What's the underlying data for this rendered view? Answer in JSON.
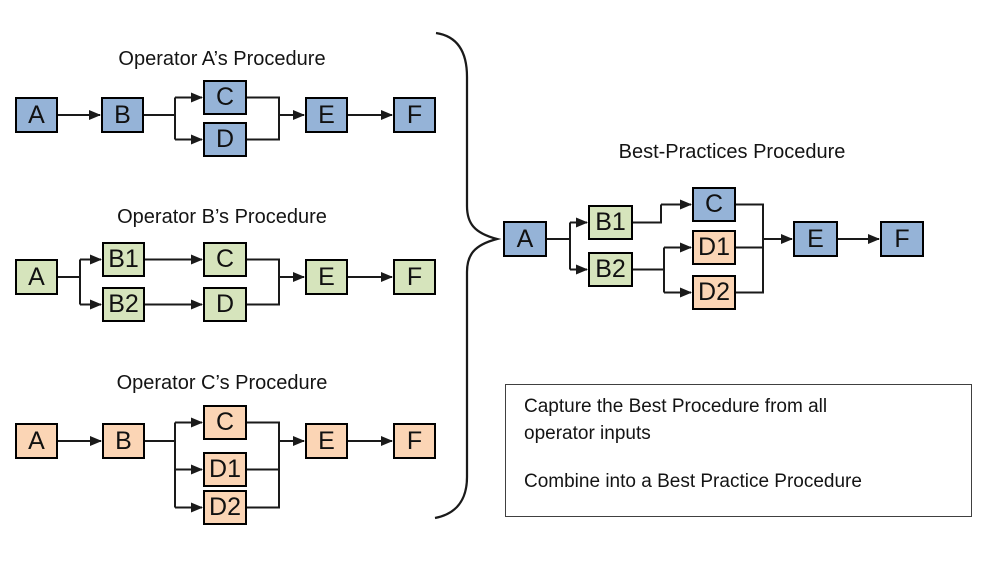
{
  "palette": {
    "operator_a_fill": "#95B3D7",
    "operator_b_fill": "#D6E4BC",
    "operator_c_fill": "#FBD5B5",
    "line_color": "#1a1a1a",
    "box_border": "#000000"
  },
  "diagrams": {
    "operator_a": {
      "title": "Operator A’s Procedure",
      "color": "#95B3D7",
      "nodes": {
        "a": "A",
        "b": "B",
        "c": "C",
        "d": "D",
        "e": "E",
        "f": "F"
      }
    },
    "operator_b": {
      "title": "Operator B’s Procedure",
      "color": "#D6E4BC",
      "nodes": {
        "a": "A",
        "b1": "B1",
        "b2": "B2",
        "c": "C",
        "d": "D",
        "e": "E",
        "f": "F"
      }
    },
    "operator_c": {
      "title": "Operator C’s Procedure",
      "color": "#FBD5B5",
      "nodes": {
        "a": "A",
        "b": "B",
        "c": "C",
        "d1": "D1",
        "d2": "D2",
        "e": "E",
        "f": "F"
      }
    },
    "best_practices": {
      "title": "Best-Practices Procedure",
      "nodes": {
        "a": "A",
        "b1": "B1",
        "b2": "B2",
        "c": "C",
        "d1": "D1",
        "d2": "D2",
        "e": "E",
        "f": "F"
      },
      "node_colors": {
        "a": "#95B3D7",
        "b1": "#D6E4BC",
        "b2": "#D6E4BC",
        "c": "#95B3D7",
        "d1": "#FBD5B5",
        "d2": "#FBD5B5",
        "e": "#95B3D7",
        "f": "#95B3D7"
      }
    }
  },
  "note_box": {
    "line1": "Capture the Best Procedure from all operator inputs",
    "line2": "Combine into a Best Practice Procedure"
  }
}
